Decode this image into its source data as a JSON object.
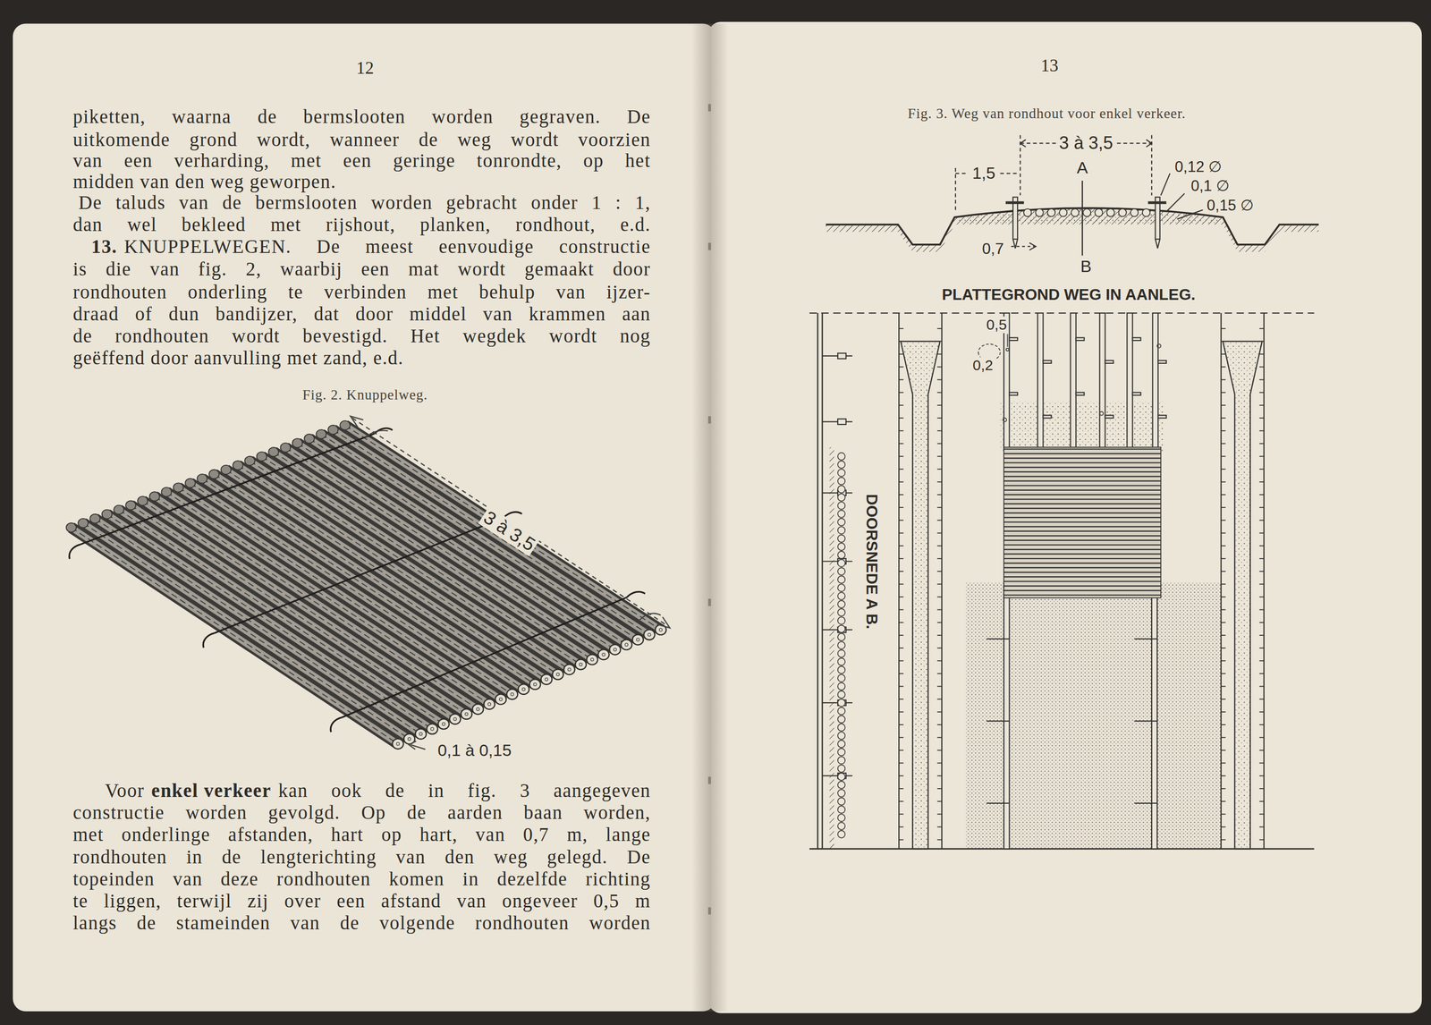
{
  "diagram": {
    "labels": [
      "12",
      "piketten, waarna de bermslooten worden gegraven. De",
      "uitkomende grond wordt, wanneer de weg wordt voorzien",
      "van een verharding, met een geringe tonrondte, op het",
      "midden van den weg geworpen.",
      "De taluds van de bermslooten worden gebracht onder 1 : 1,",
      "dan wel bekleed met rijshout, planken, rondhout, e.d.",
      "13.",
      "KNUPPELWEGEN. De meest eenvoudige constructie",
      "is die van fig. 2, waarbij een mat wordt gemaakt door",
      "rondhouten onderling te verbinden met behulp van ijzer-",
      "draad of dun bandijzer, dat door middel van krammen aan",
      "de rondhouten wordt bevestigd. Het wegdek wordt nog",
      "geëffend door aanvulling met zand, e.d.",
      "Fig. 2. Knuppelweg.",
      "3 à 3,5",
      "0,1 à 0,15",
      "Voor",
      "enkel verkeer",
      "kan ook de in fig. 3 aangegeven",
      "constructie worden gevolgd. Op de aarden baan worden,",
      "met onderlinge afstanden, hart op hart, van 0,7 m, lange",
      "rondhouten in de lengterichting van den weg gelegd. De",
      "topeinden van deze rondhouten komen in dezelfde richting",
      "te liggen, terwijl zij over een afstand van ongeveer 0,5 m",
      "langs de stameinden van de volgende rondhouten worden",
      "13",
      "Fig. 3. Weg van rondhout voor enkel verkeer.",
      "3 à 3,5",
      "1,5",
      "A",
      "0,12 ∅",
      "0,1 ∅",
      "0,15 ∅",
      "0,7",
      "B",
      "PLATTEGROND WEG IN AANLEG.",
      "0,5",
      "0,2",
      "DOORSNEDE A B."
    ]
  }
}
